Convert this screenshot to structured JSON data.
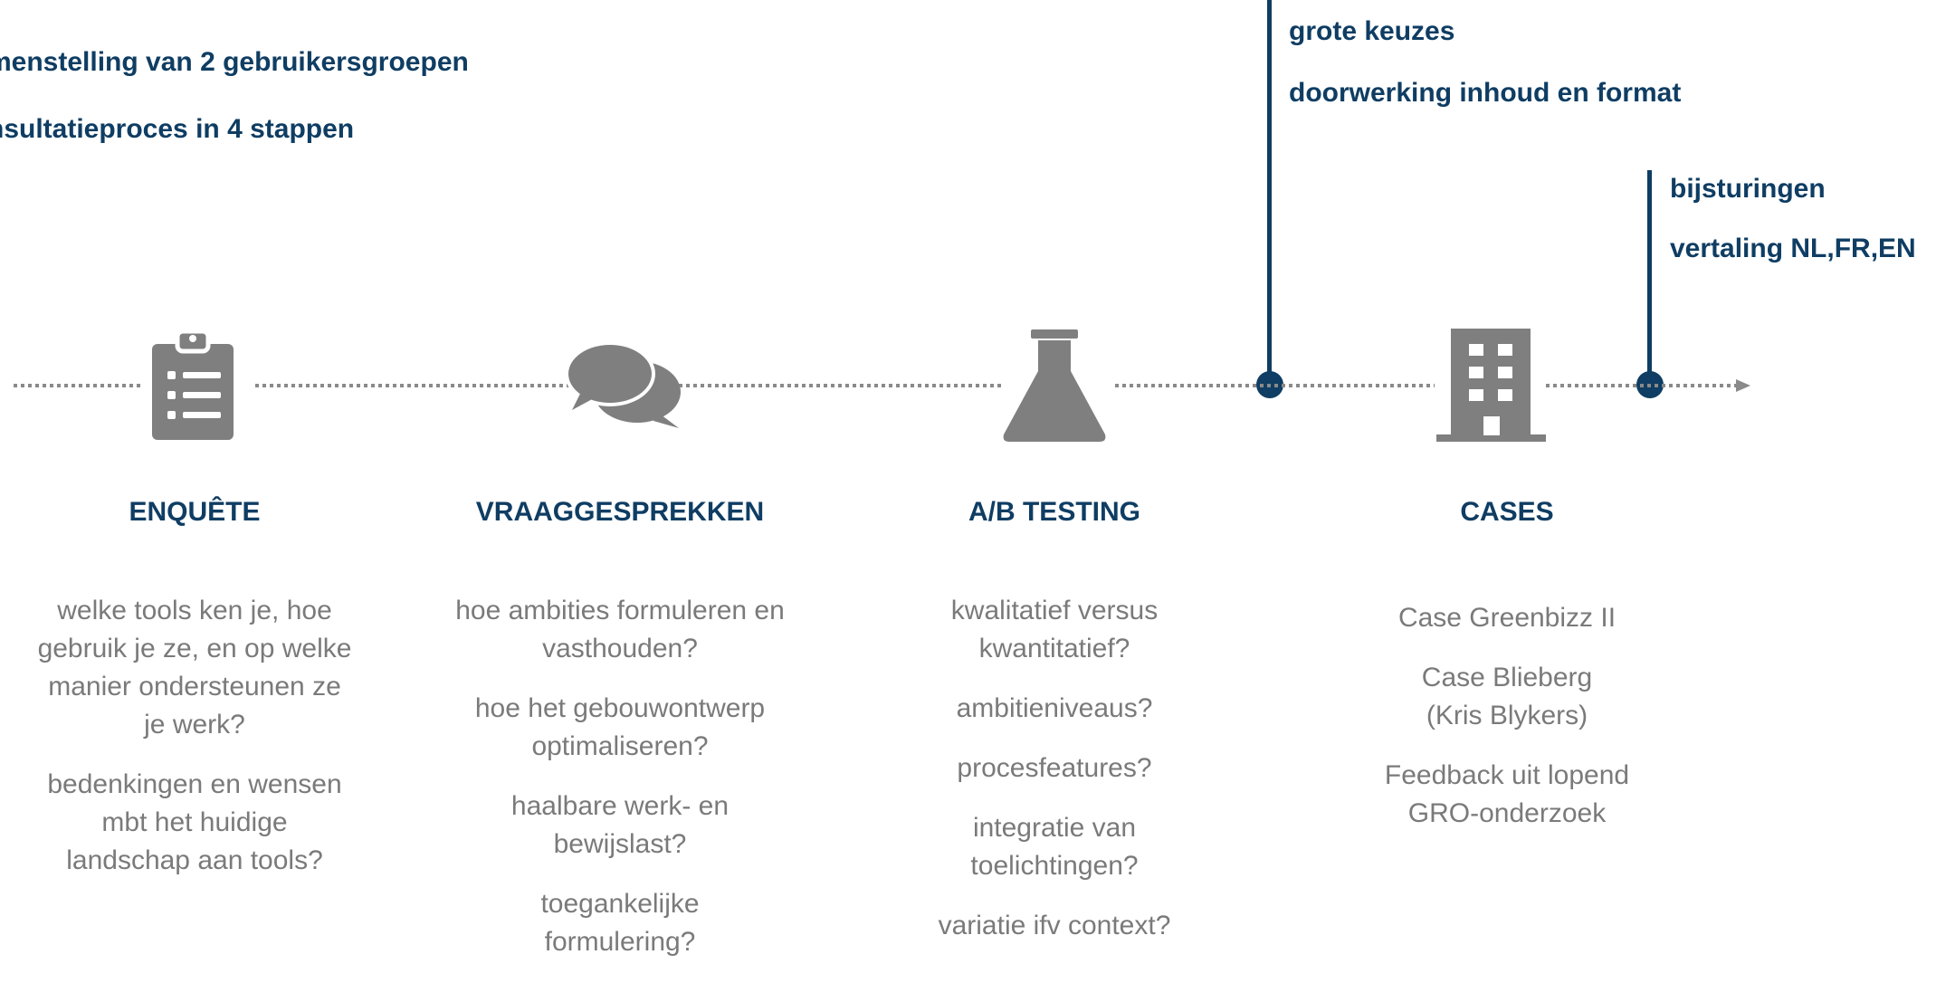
{
  "intro": {
    "line1": "menstelling van 2 gebruikersgroepen",
    "line2": "nsultatieproces in 4 stappen"
  },
  "milestones": [
    {
      "items": [
        "grote keuzes",
        "doorwerking inhoud en format"
      ]
    },
    {
      "items": [
        "bijsturingen",
        "vertaling NL,FR,EN"
      ]
    }
  ],
  "stages": [
    {
      "title": "ENQUÊTE",
      "icon": "clipboard-list-icon",
      "items": [
        "welke tools ken je, hoe gebruik je ze, en op welke manier ondersteunen ze je werk?",
        "bedenkingen en wensen mbt het huidige landschap aan tools?"
      ]
    },
    {
      "title": "VRAAGGESPREKKEN",
      "icon": "chat-bubbles-icon",
      "items": [
        "hoe ambities formuleren en vasthouden?",
        "hoe het gebouwontwerp optimaliseren?",
        "haalbare werk- en bewijslast?",
        "toegankelijke formulering?"
      ]
    },
    {
      "title": "A/B TESTING",
      "icon": "flask-icon",
      "items": [
        "kwalitatief versus kwantitatief?",
        "ambitieniveaus?",
        "procesfeatures?",
        "integratie van toelichtingen?",
        "variatie ifv context?"
      ]
    },
    {
      "title": "CASES",
      "icon": "building-icon",
      "items": [
        "Case Greenbizz II",
        "Case Blieberg (Kris Blykers)",
        "Feedback uit lopend GRO-onderzoek"
      ]
    }
  ],
  "colors": {
    "accent": "#0f3d63",
    "icon": "#7f7f7f",
    "text": "#7a7a7a"
  }
}
